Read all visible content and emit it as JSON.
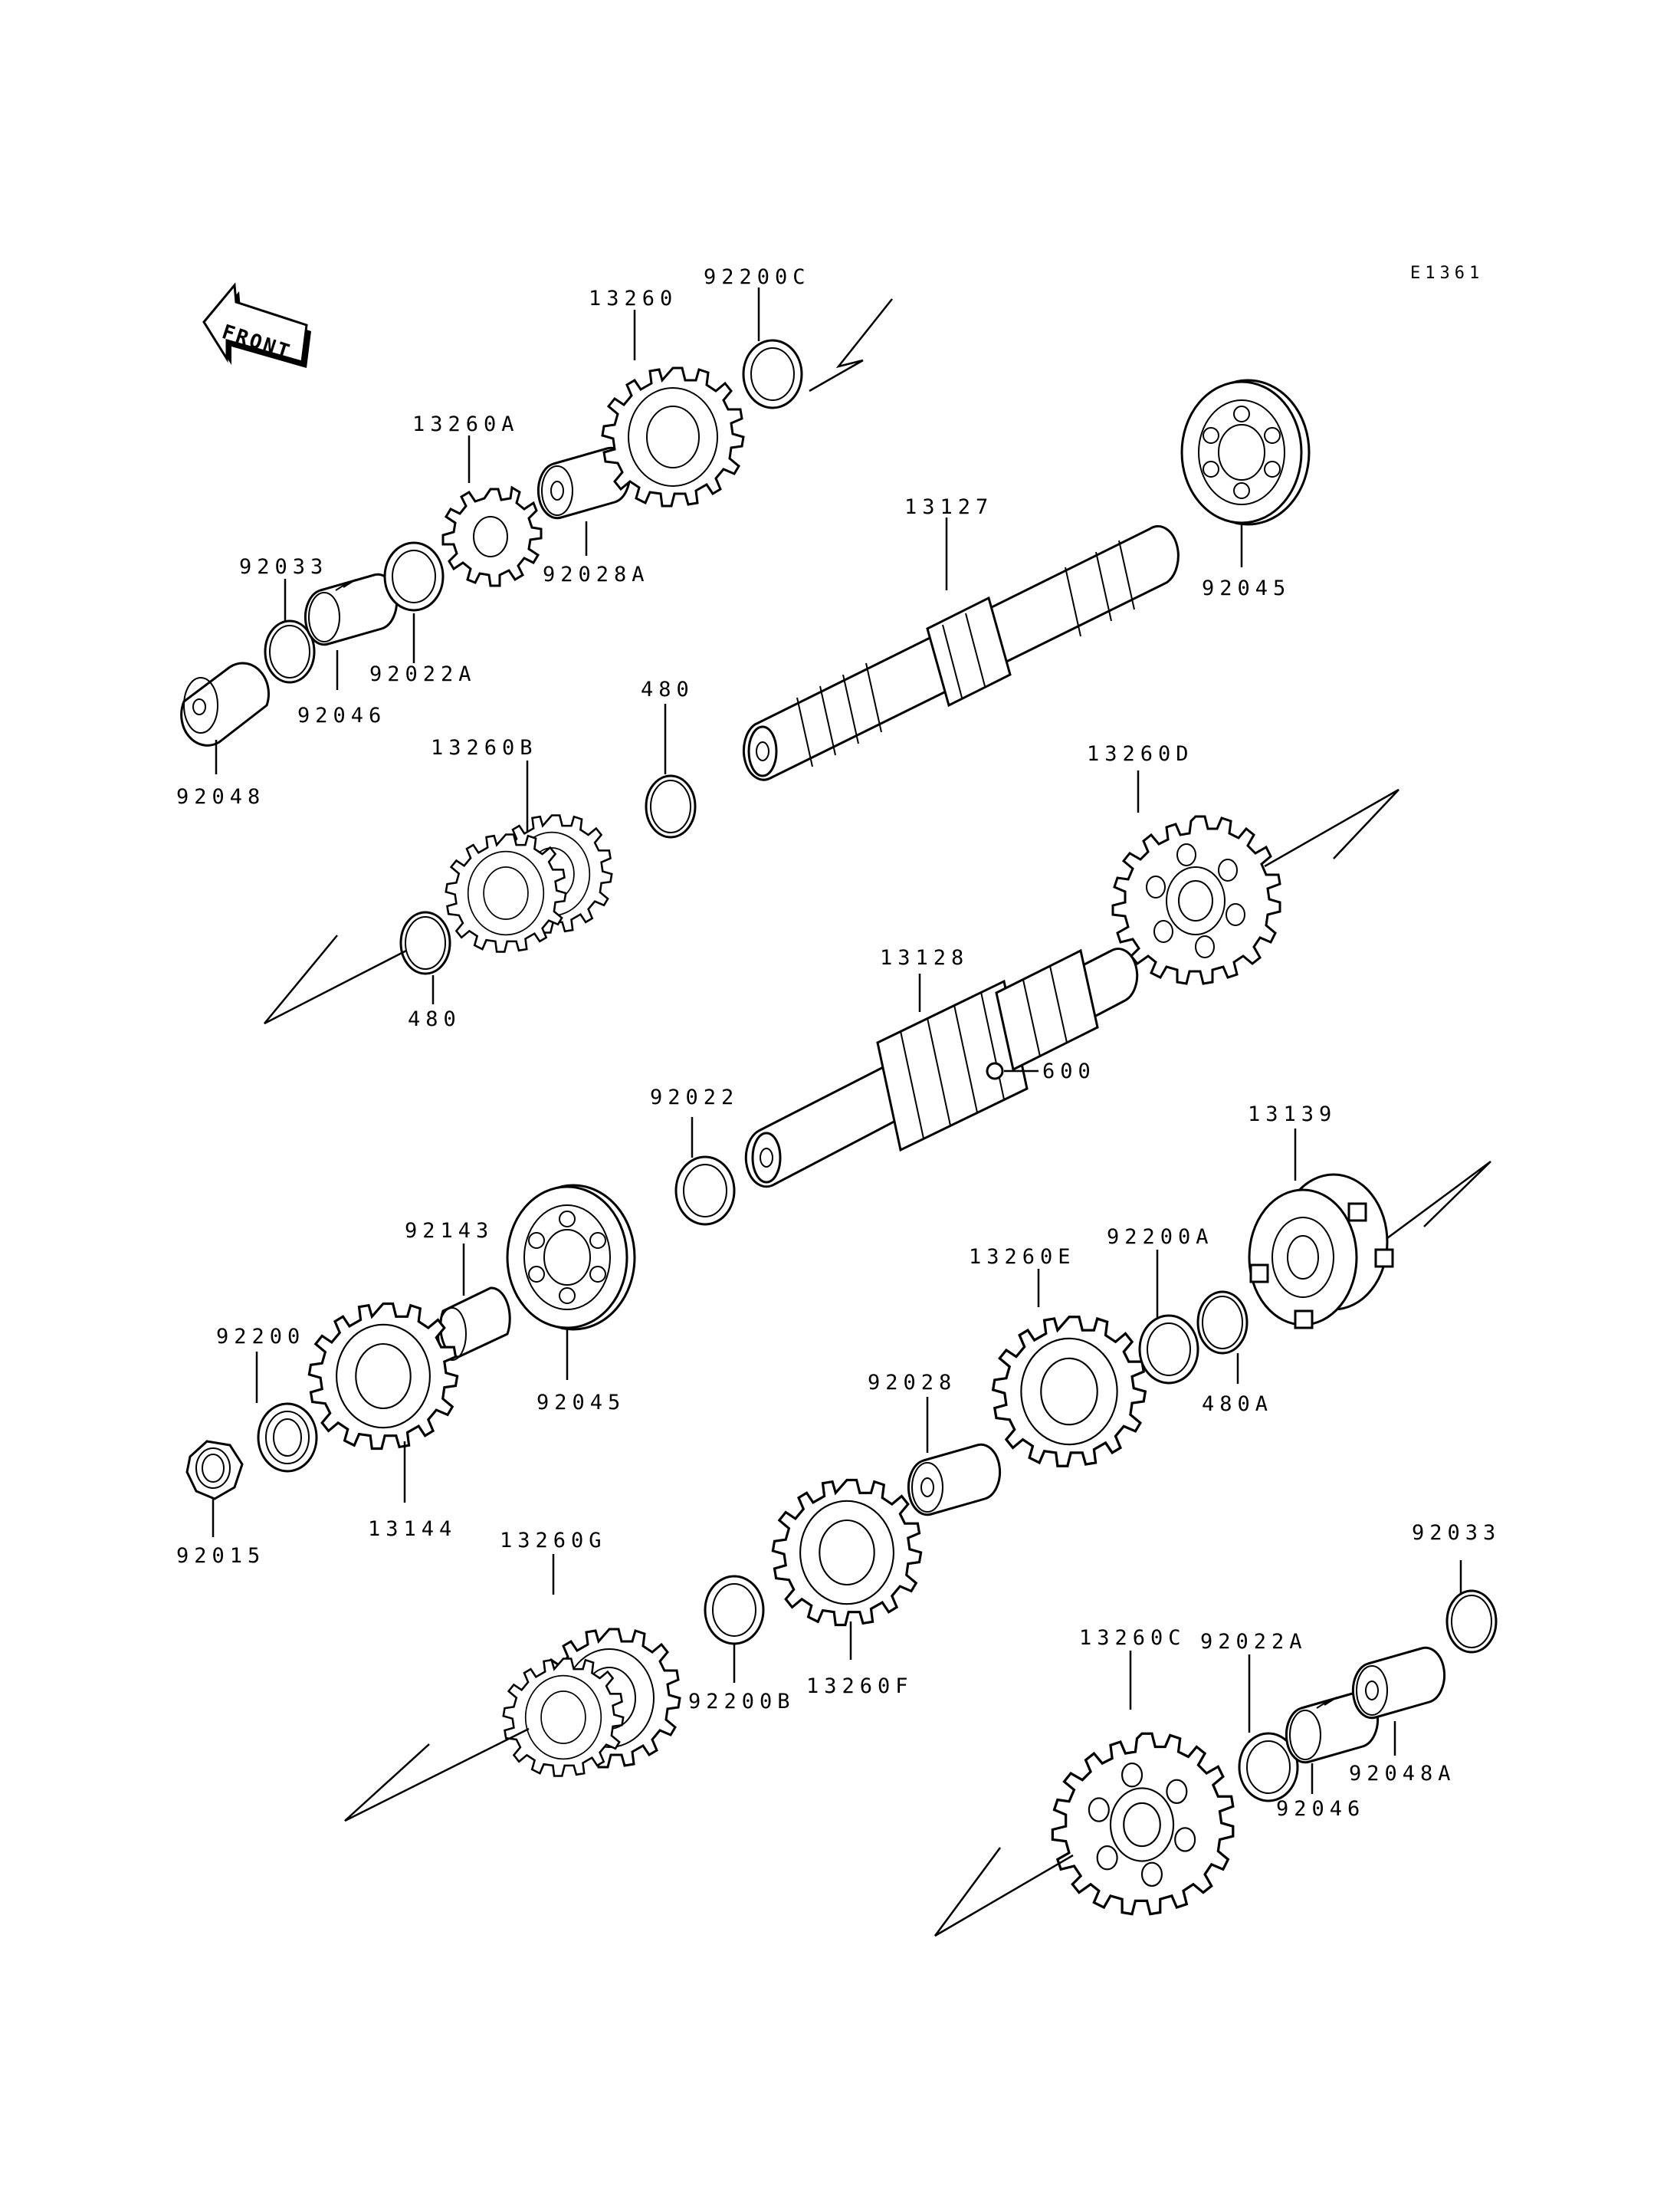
{
  "drawing_code": "E1361",
  "front_label": "FRONT",
  "labels": [
    {
      "id": "13260",
      "text": "13260"
    },
    {
      "id": "92200C",
      "text": "92200C"
    },
    {
      "id": "13260A",
      "text": "13260A"
    },
    {
      "id": "92028A",
      "text": "92028A"
    },
    {
      "id": "92033-top",
      "text": "92033"
    },
    {
      "id": "92022A-top",
      "text": "92022A"
    },
    {
      "id": "92046-top",
      "text": "92046"
    },
    {
      "id": "92048",
      "text": "92048"
    },
    {
      "id": "13127",
      "text": "13127"
    },
    {
      "id": "92045-top",
      "text": "92045"
    },
    {
      "id": "480-top",
      "text": "480"
    },
    {
      "id": "13260B",
      "text": "13260B"
    },
    {
      "id": "480-left",
      "text": "480"
    },
    {
      "id": "13260D",
      "text": "13260D"
    },
    {
      "id": "13128",
      "text": "13128"
    },
    {
      "id": "600",
      "text": "600"
    },
    {
      "id": "92022",
      "text": "92022"
    },
    {
      "id": "13139",
      "text": "13139"
    },
    {
      "id": "92143",
      "text": "92143"
    },
    {
      "id": "92200",
      "text": "92200"
    },
    {
      "id": "92045-mid",
      "text": "92045"
    },
    {
      "id": "13260E",
      "text": "13260E"
    },
    {
      "id": "92200A",
      "text": "92200A"
    },
    {
      "id": "480A",
      "text": "480A"
    },
    {
      "id": "92028",
      "text": "92028"
    },
    {
      "id": "92015",
      "text": "92015"
    },
    {
      "id": "13144",
      "text": "13144"
    },
    {
      "id": "13260G",
      "text": "13260G"
    },
    {
      "id": "92033-bottom",
      "text": "92033"
    },
    {
      "id": "13260C",
      "text": "13260C"
    },
    {
      "id": "92022A-bottom",
      "text": "92022A"
    },
    {
      "id": "92200B",
      "text": "92200B"
    },
    {
      "id": "13260F",
      "text": "13260F"
    },
    {
      "id": "92048A",
      "text": "92048A"
    },
    {
      "id": "92046-bottom",
      "text": "92046"
    }
  ]
}
